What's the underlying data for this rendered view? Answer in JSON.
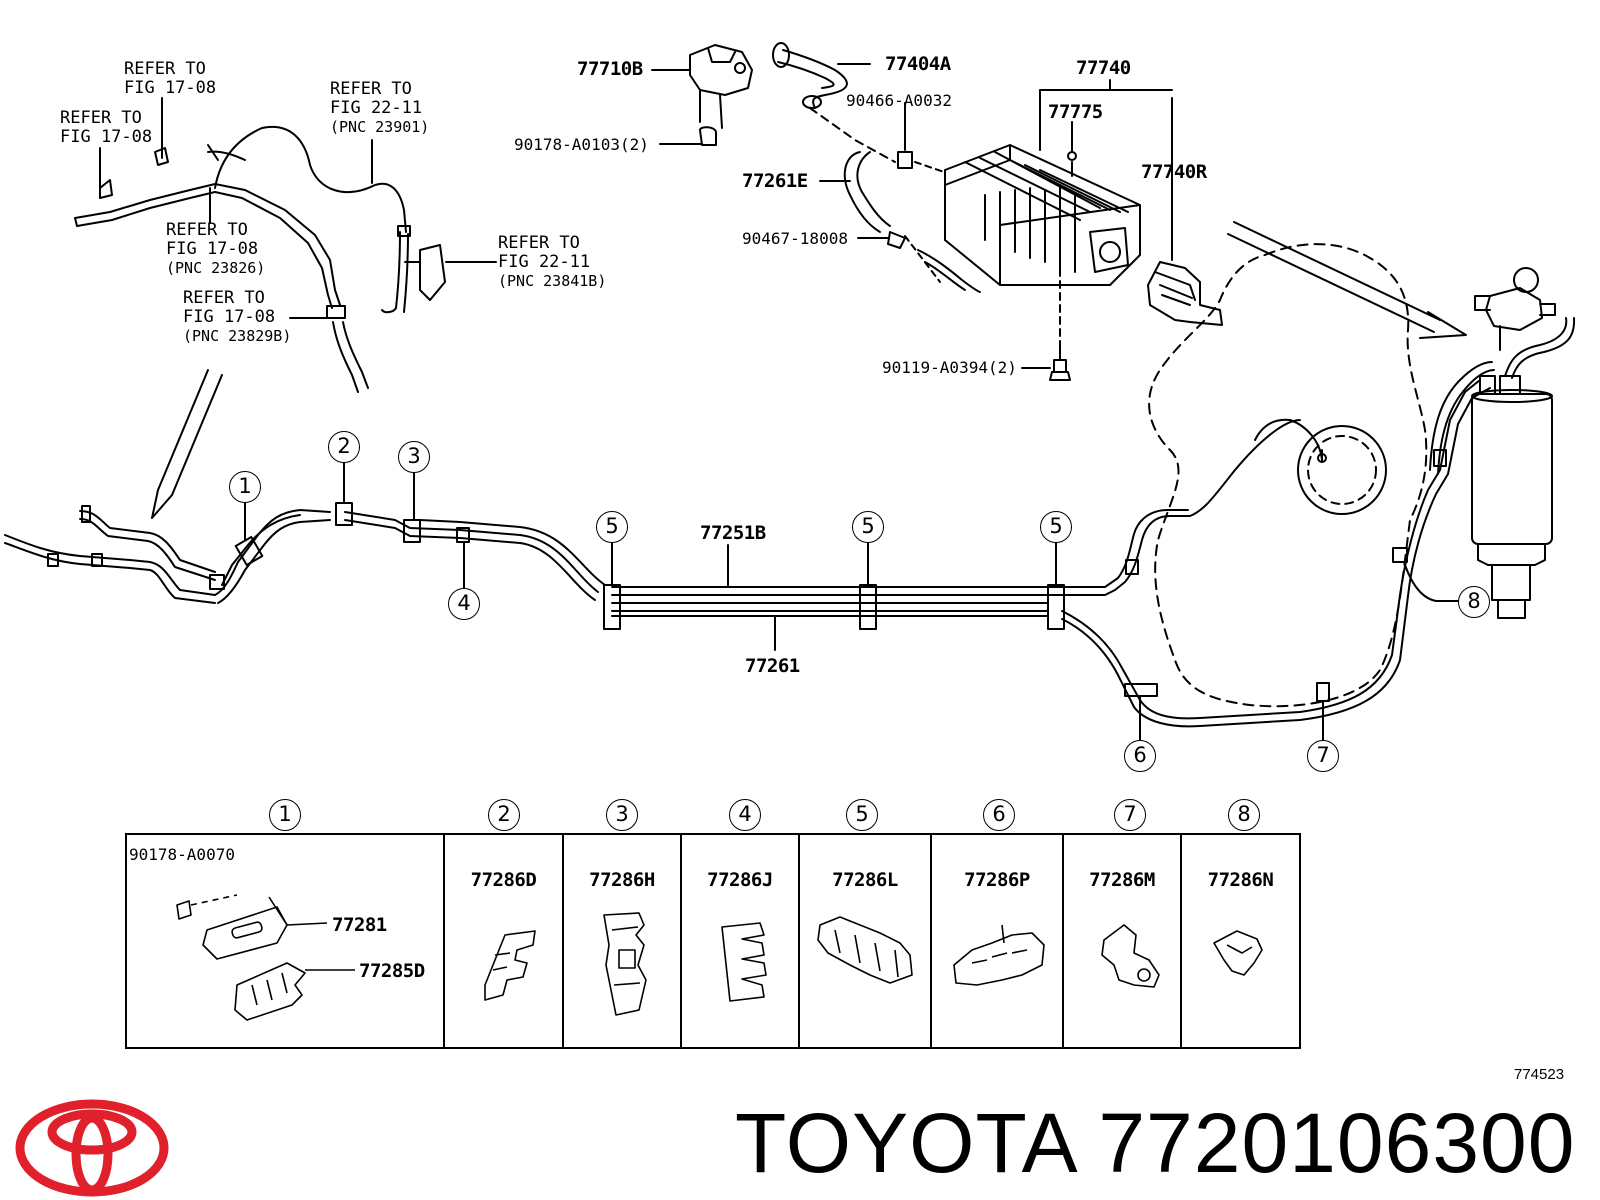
{
  "refs": {
    "r1": {
      "line1": "REFER TO",
      "line2": "FIG 17-08"
    },
    "r2": {
      "line1": "REFER TO",
      "line2": "FIG 17-08"
    },
    "r3": {
      "line1": "REFER TO",
      "line2": "FIG 22-11",
      "pnc": "(PNC 23901)"
    },
    "r4": {
      "line1": "REFER TO",
      "line2": "FIG 17-08",
      "pnc": "(PNC 23826)"
    },
    "r5": {
      "line1": "REFER TO",
      "line2": "FIG 17-08",
      "pnc": "(PNC 23829B)"
    },
    "r6": {
      "line1": "REFER TO",
      "line2": "FIG 22-11",
      "pnc": "(PNC 23841B)"
    }
  },
  "parts": {
    "p77710B": "77710B",
    "p77404A": "77404A",
    "p90466": "90466-A0032",
    "p90178_0103": "90178-A0103(2)",
    "p77740": "77740",
    "p77775": "77775",
    "p77740R": "77740R",
    "p77261E": "77261E",
    "p90467": "90467-18008",
    "p90119": "90119-A0394(2)",
    "p77251B": "77251B",
    "p77261": "77261"
  },
  "callouts": [
    "1",
    "2",
    "3",
    "4",
    "5",
    "5",
    "5",
    "6",
    "7",
    "8"
  ],
  "clamp_table": {
    "columns": [
      {
        "num": "1",
        "parts": [
          "90178-A0070",
          "77281",
          "77285D"
        ]
      },
      {
        "num": "2",
        "parts": [
          "77286D"
        ]
      },
      {
        "num": "3",
        "parts": [
          "77286H"
        ]
      },
      {
        "num": "4",
        "parts": [
          "77286J"
        ]
      },
      {
        "num": "5",
        "parts": [
          "77286L"
        ]
      },
      {
        "num": "6",
        "parts": [
          "77286P"
        ]
      },
      {
        "num": "7",
        "parts": [
          "77286M"
        ]
      },
      {
        "num": "8",
        "parts": [
          "77286N"
        ]
      }
    ]
  },
  "figure_number": "774523",
  "brand": "TOYOTA",
  "part_number": "7720106300",
  "colors": {
    "logo": "#e0202a",
    "ink": "#000000",
    "background": "#ffffff"
  }
}
